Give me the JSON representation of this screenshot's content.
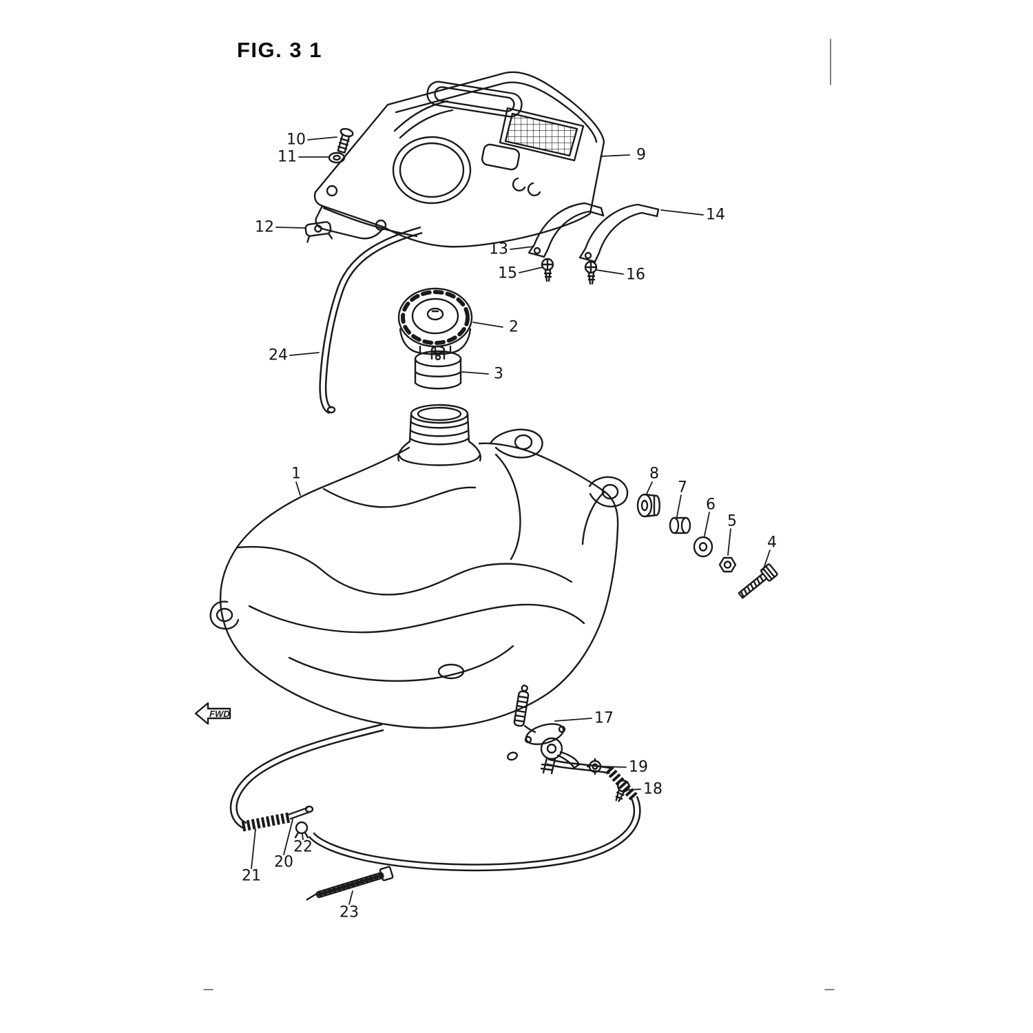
{
  "figure": {
    "title": "FIG. 3 1"
  },
  "fwd_marker": {
    "label": "FWD"
  },
  "colors": {
    "ink": "#1a1a1a",
    "background": "#ffffff"
  },
  "parts": [
    {
      "num": "1"
    },
    {
      "num": "2"
    },
    {
      "num": "3"
    },
    {
      "num": "4"
    },
    {
      "num": "5"
    },
    {
      "num": "6"
    },
    {
      "num": "7"
    },
    {
      "num": "8"
    },
    {
      "num": "9"
    },
    {
      "num": "10"
    },
    {
      "num": "11"
    },
    {
      "num": "12"
    },
    {
      "num": "13"
    },
    {
      "num": "14"
    },
    {
      "num": "15"
    },
    {
      "num": "16"
    },
    {
      "num": "17"
    },
    {
      "num": "18"
    },
    {
      "num": "19"
    },
    {
      "num": "20"
    },
    {
      "num": "21"
    },
    {
      "num": "22"
    },
    {
      "num": "23"
    },
    {
      "num": "24"
    }
  ]
}
